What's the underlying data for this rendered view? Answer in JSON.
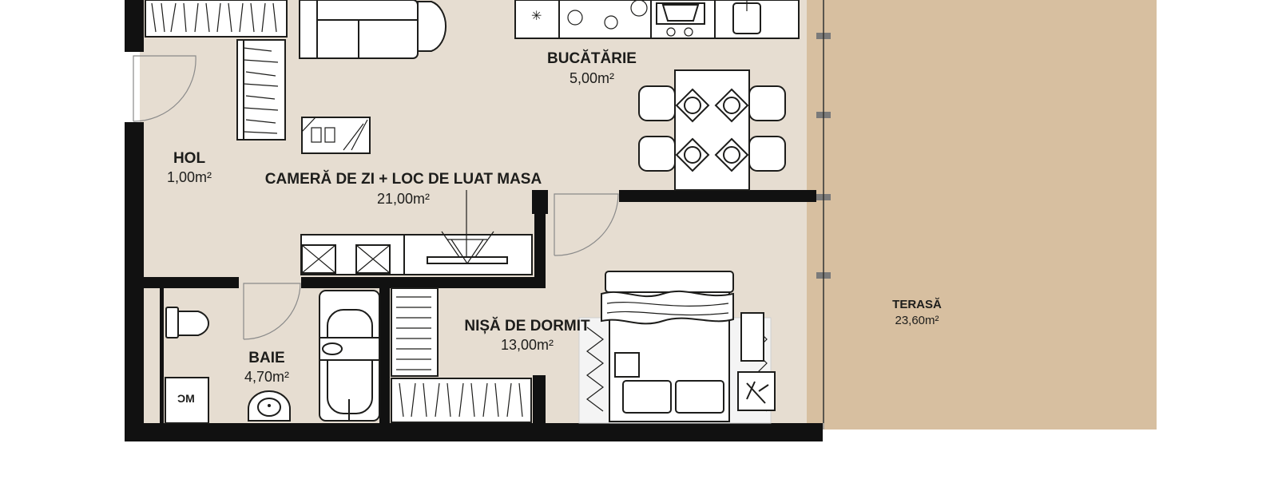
{
  "colors": {
    "background": "#ffffff",
    "floor": "#e6ddd1",
    "terrace": "#d7bfa0",
    "wall": "#111111",
    "line": "#1d1d1b",
    "door_swing": "#8a8a8a",
    "connector": "#7a7a7a"
  },
  "rooms": {
    "hol": {
      "name": "HOL",
      "area": "1,00m²"
    },
    "bucatarie": {
      "name": "BUCĂTĂRIE",
      "area": "5,00m²"
    },
    "camera_zi": {
      "name": "CAMERĂ DE ZI + LOC DE LUAT MASA",
      "area": "21,00m²"
    },
    "baie": {
      "name": "BAIE",
      "area": "4,70m²"
    },
    "nisa": {
      "name": "NIȘĂ DE DORMIT",
      "area": "13,00m²"
    },
    "terasa": {
      "name": "TERASĂ",
      "area": "23,60m²"
    }
  },
  "appliances": {
    "washing_machine_label": "ƆM"
  },
  "icons": [
    "sofa-icon",
    "kitchen-counter-icon",
    "dining-table-icon",
    "bed-icon",
    "wardrobe-icon",
    "bathtub-icon",
    "toilet-icon",
    "sink-icon",
    "washing-machine-icon",
    "tv-unit-icon",
    "plant-icon",
    "coffee-table-icon"
  ]
}
